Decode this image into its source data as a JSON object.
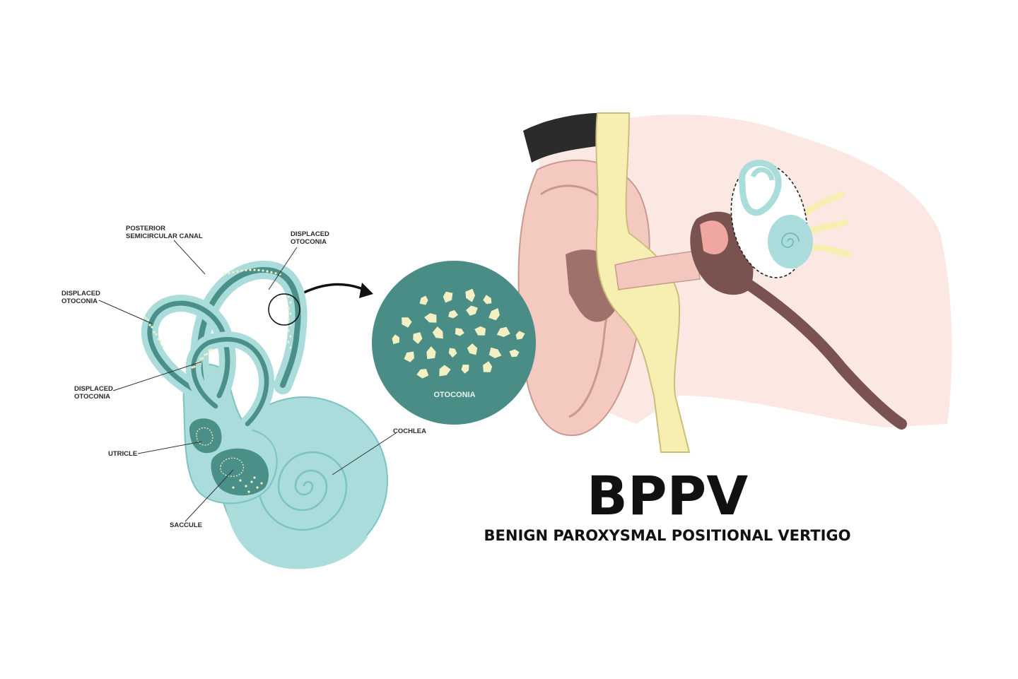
{
  "title": "BPPV",
  "subtitle": "BENIGN PAROXYSMAL POSITIONAL VERTIGO",
  "labels": {
    "posterior_canal": [
      "POSTERIOR",
      "SEMICIRCULAR CANAL"
    ],
    "displaced_top": [
      "DISPLACED",
      "OTOCONIA"
    ],
    "displaced_left": [
      "DISPLACED",
      "OTOCONIA"
    ],
    "displaced_mid": [
      "DISPLACED",
      "OTOCONIA"
    ],
    "utricle": "UTRICLE",
    "saccule": "SACCULE",
    "cochlea": "COCHLEA",
    "otoconia": "OTOCONIA"
  },
  "colors": {
    "labyrinth_fill": "#a9dcdb",
    "labyrinth_stroke": "#7cc3c2",
    "canal_dark": "#4a8f88",
    "otoconia": "#f3f0c4",
    "zoom_circle": "#4a8d86",
    "skin": "#f4c9c0",
    "bone": "#f7efb1",
    "ear_canal": "#a0706a",
    "hair": "#2b2b2b",
    "background_tissue": "#fbe8e3"
  }
}
